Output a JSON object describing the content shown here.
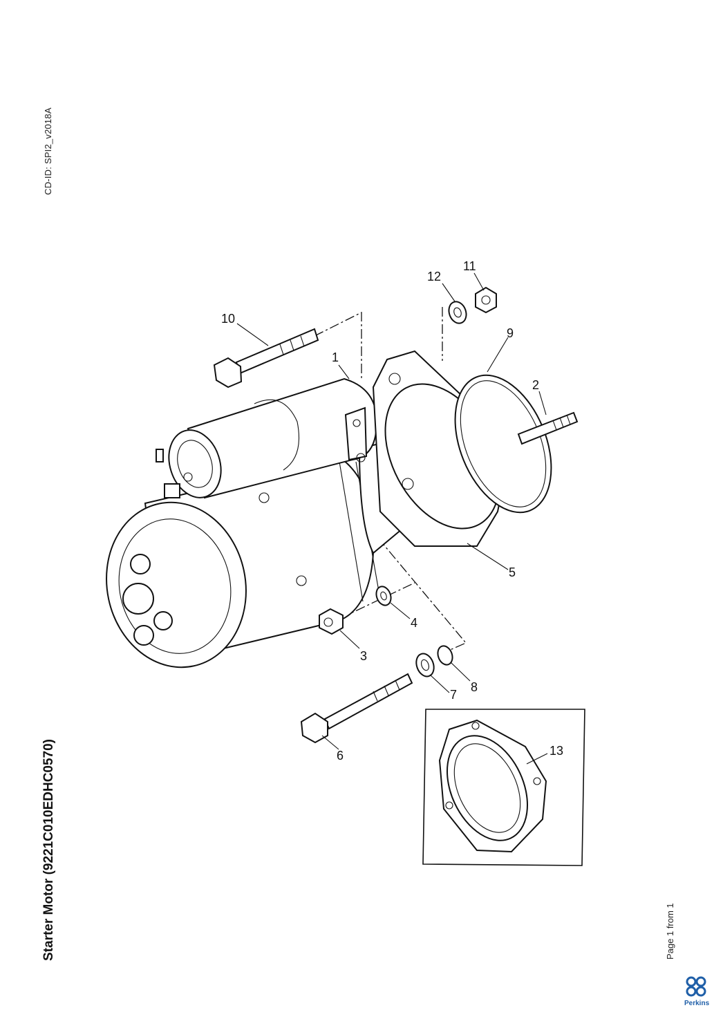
{
  "document": {
    "cd_id": "CD-ID: SPI2_v2018A",
    "title": "Starter Motor (9221C010EDHC0570)",
    "page_number": "Page 1 from 1",
    "brand": "Perkins"
  },
  "callouts": [
    "1",
    "2",
    "3",
    "4",
    "5",
    "6",
    "7",
    "8",
    "9",
    "10",
    "11",
    "12",
    "13"
  ],
  "colors": {
    "ink": "#111111",
    "logo_blue": "#1f5fa8"
  }
}
